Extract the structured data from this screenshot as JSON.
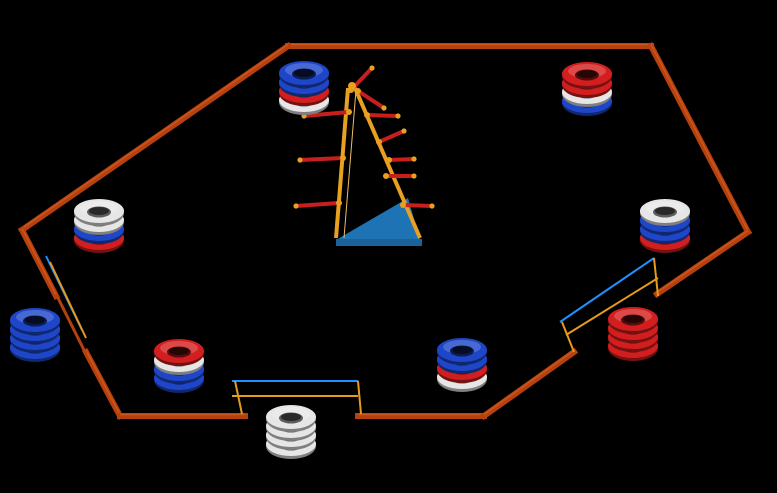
{
  "scene": {
    "background": "#000000",
    "colors": {
      "wall": "#B7410E",
      "wall_highlight": "#D9622A",
      "gate_blue": "#1E90FF",
      "gate_orange": "#E69A1E",
      "goal_base": "#1E73B4",
      "goal_frame": "#E8A020",
      "goal_peg": "#C81E1E",
      "goal_peg_tip": "#E8A020",
      "ring_red": "#D21E1E",
      "ring_blue": "#1E46C8",
      "ring_white": "#E6E6E6"
    },
    "stacks_on_field": [
      {
        "name": "ring-stack-top-left",
        "rings": [
          "ring_white",
          "ring_red",
          "ring_blue",
          "ring_blue"
        ]
      },
      {
        "name": "ring-stack-top-right",
        "rings": [
          "ring_blue",
          "ring_white",
          "ring_red",
          "ring_red"
        ]
      },
      {
        "name": "ring-stack-left",
        "rings": [
          "ring_red",
          "ring_blue",
          "ring_white",
          "ring_white"
        ]
      },
      {
        "name": "ring-stack-right",
        "rings": [
          "ring_red",
          "ring_blue",
          "ring_blue",
          "ring_white"
        ]
      },
      {
        "name": "ring-stack-bottom-left",
        "rings": [
          "ring_blue",
          "ring_blue",
          "ring_white",
          "ring_red"
        ]
      },
      {
        "name": "ring-stack-bottom-right",
        "rings": [
          "ring_white",
          "ring_red",
          "ring_blue",
          "ring_blue"
        ]
      }
    ],
    "stacks_outside": [
      {
        "name": "loading-stack-left",
        "rings": [
          "ring_blue",
          "ring_blue",
          "ring_blue",
          "ring_blue"
        ]
      },
      {
        "name": "loading-stack-right",
        "rings": [
          "ring_red",
          "ring_red",
          "ring_red",
          "ring_red"
        ]
      },
      {
        "name": "loading-stack-bottom",
        "rings": [
          "ring_white",
          "ring_white",
          "ring_white",
          "ring_white"
        ]
      }
    ]
  }
}
